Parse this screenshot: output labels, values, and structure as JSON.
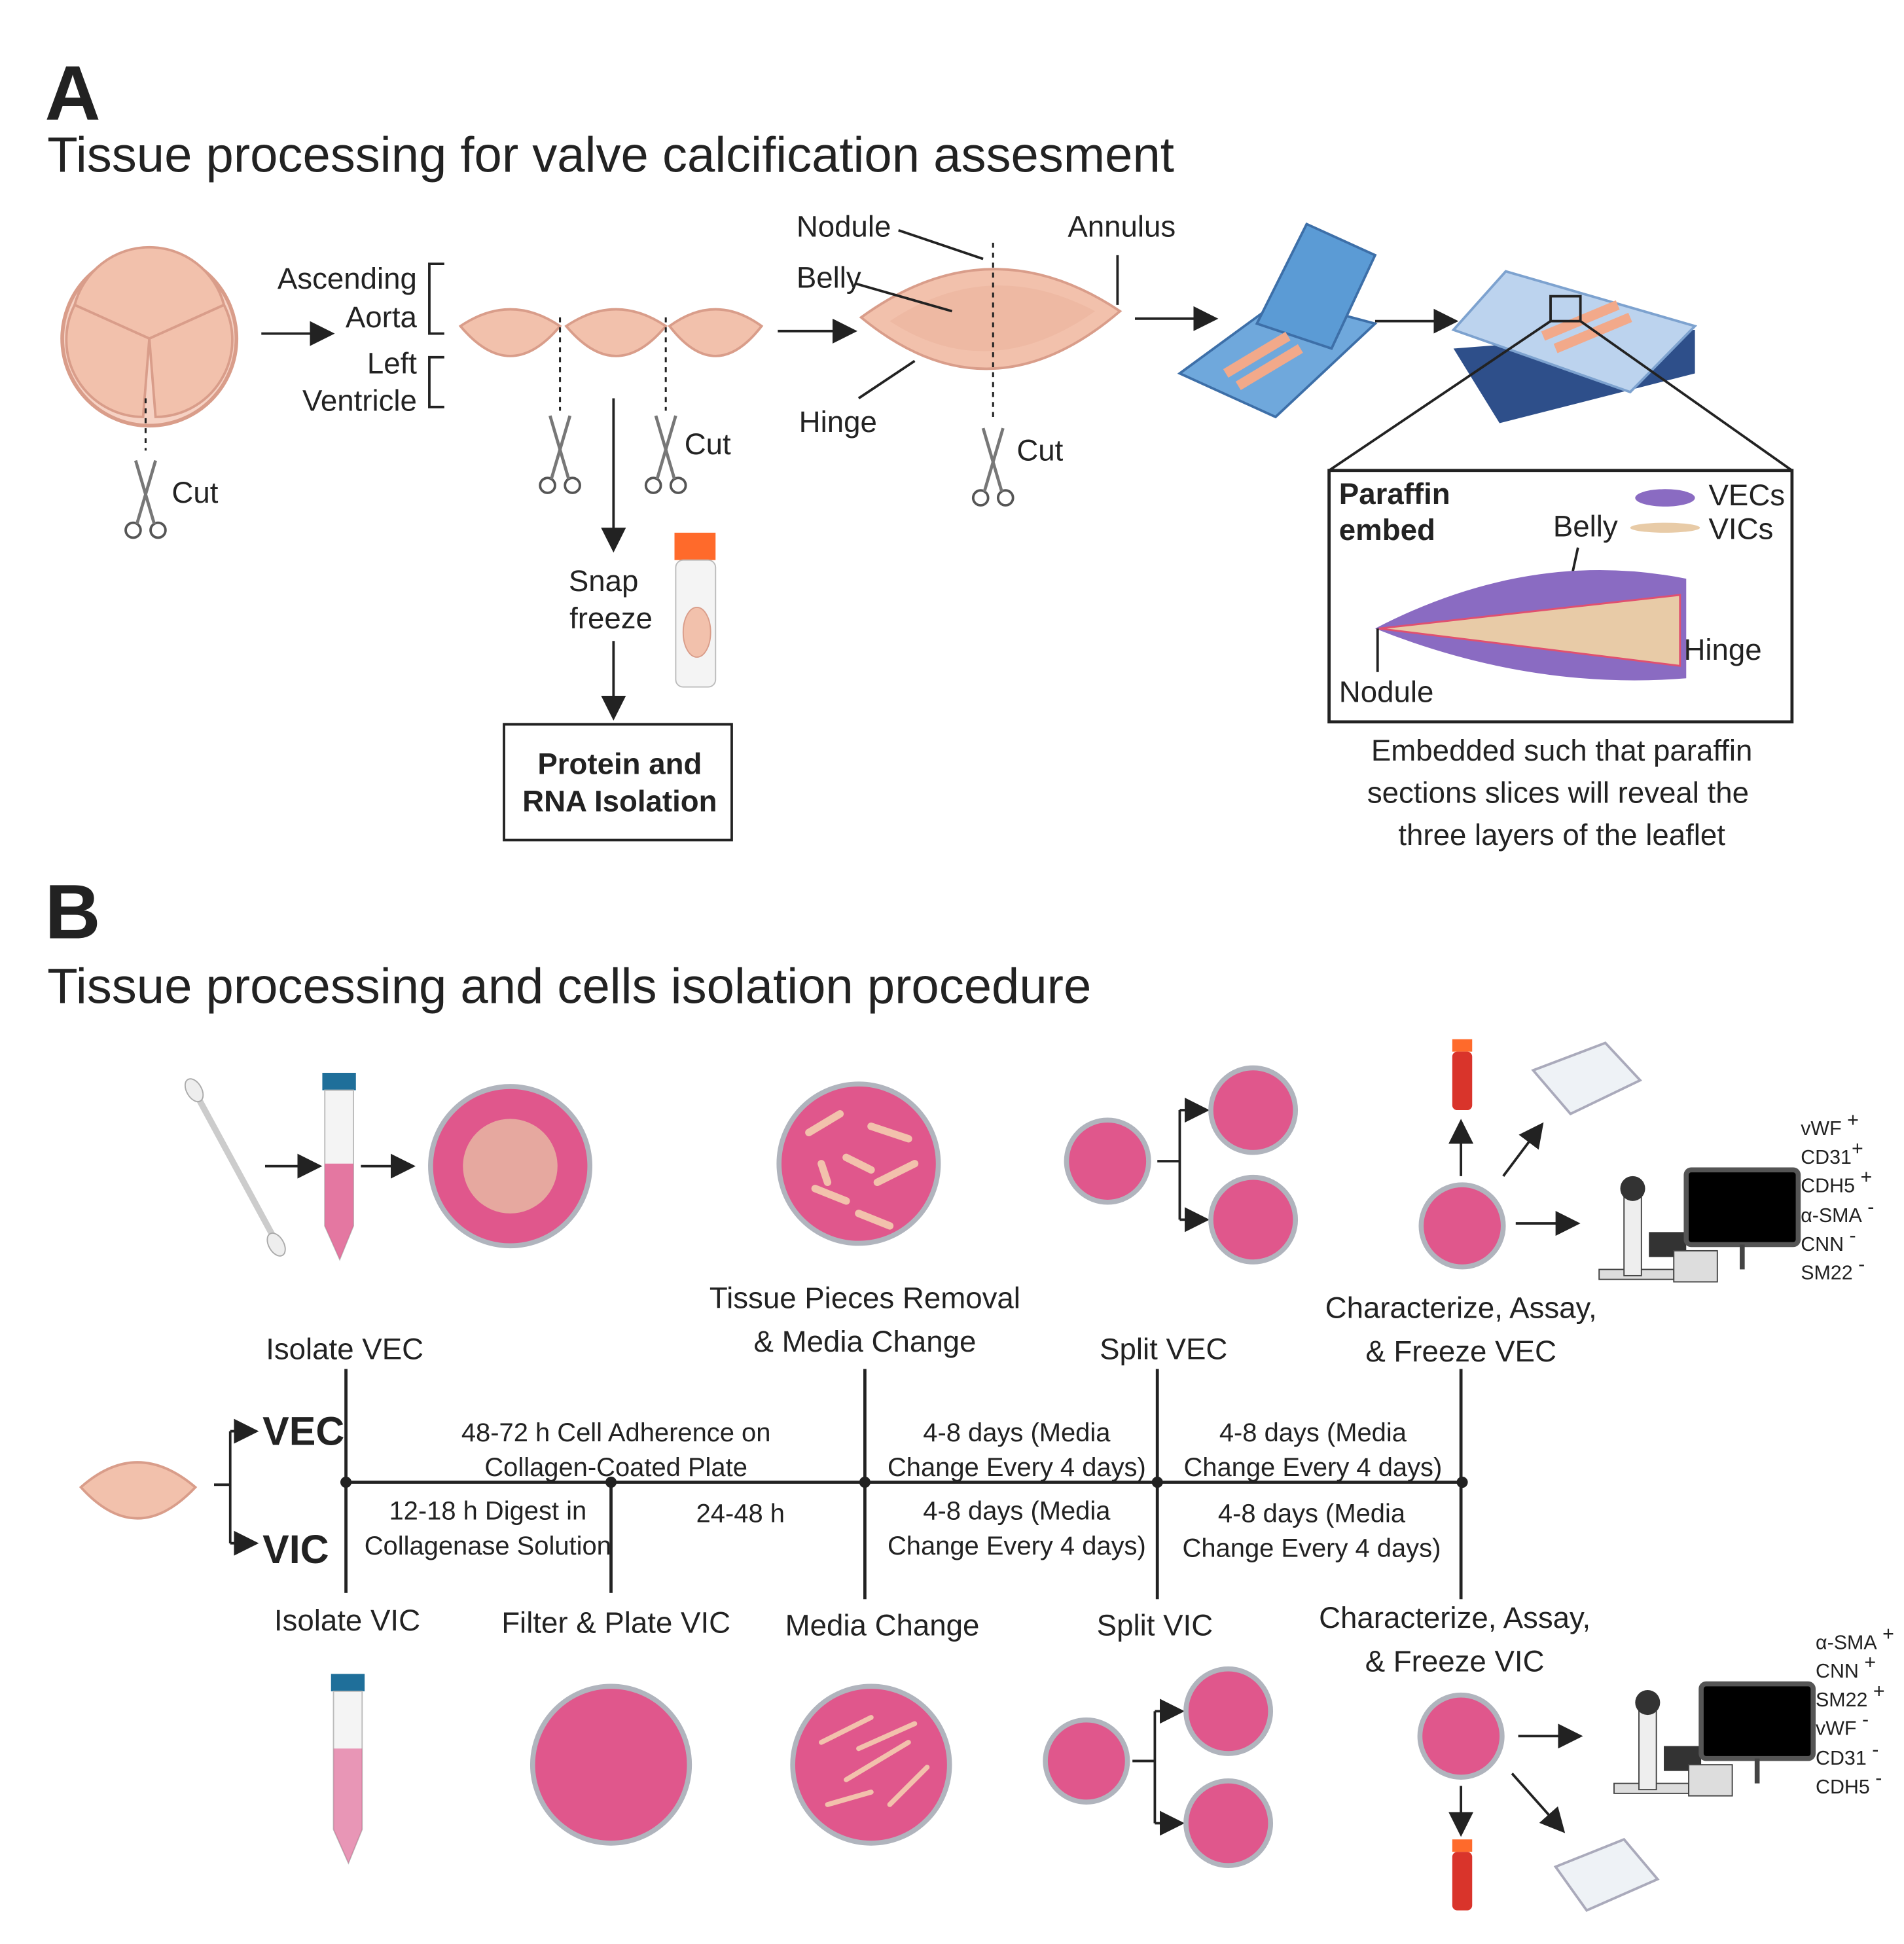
{
  "colors": {
    "dish": "#e0578c",
    "tissue": "#f2c1ac",
    "cassette": "#5b9bd5",
    "tube_cap": "#ff6a2b",
    "tube_cap_blue": "#1f6f9a",
    "cell_vec": "#8a6bc2",
    "cell_vic": "#e8cba7"
  },
  "panel_a": {
    "letter": "A",
    "title": "Tissue processing for valve calcification assesment",
    "cut_label": "Cut",
    "ascending": "Ascending",
    "aorta": "Aorta",
    "left": "Left",
    "ventricle": "Ventricle",
    "snap": "Snap",
    "freeze": "freeze",
    "protein_line1": "Protein and",
    "protein_line2": "RNA Isolation",
    "nodule": "Nodule",
    "annulus": "Annulus",
    "belly": "Belly",
    "hinge": "Hinge",
    "inset": {
      "title1": "Paraffin",
      "title2": "embed",
      "vecs": "VECs",
      "vics": "VICs",
      "belly": "Belly",
      "hinge": "Hinge",
      "nodule": "Nodule"
    },
    "caption": [
      "Embedded such that paraffin",
      "sections slices will reveal the",
      "three layers of the leaflet"
    ]
  },
  "panel_b": {
    "letter": "B",
    "title": "Tissue processing and cells isolation procedure",
    "vec": "VEC",
    "vic": "VIC",
    "top_labels": {
      "isolate_vec": "Isolate VEC",
      "removal1": "Tissue Pieces Removal",
      "removal2": "& Media Change",
      "split_vec": "Split VEC",
      "char1": "Characterize, Assay,",
      "char2": "& Freeze VEC"
    },
    "bottom_labels": {
      "isolate_vic": "Isolate VIC",
      "filter": "Filter & Plate VIC",
      "media": "Media Change",
      "split_vic": "Split VIC",
      "char1": "Characterize, Assay,",
      "char2": "& Freeze VIC"
    },
    "timeline_above": {
      "adh1": "48-72 h Cell Adherence on",
      "adh2": "Collagen-Coated Plate",
      "d1a": "4-8 days (Media",
      "d1b": "Change Every 4 days)",
      "d2a": "4-8 days (Media",
      "d2b": "Change Every 4 days)"
    },
    "timeline_below": {
      "dig1": "12-18 h Digest in",
      "dig2": "Collagenase Solution",
      "h24": "24-48 h",
      "d1a": "4-8 days (Media",
      "d1b": "Change Every 4 days)",
      "d2a": "4-8 days (Media",
      "d2b": "Change Every 4 days)"
    },
    "vec_markers": [
      {
        "name": "vWF",
        "sign": "+"
      },
      {
        "name": "CD31",
        "sign": "+"
      },
      {
        "name": "CDH5",
        "sign": "+"
      },
      {
        "name": "α-SMA",
        "sign": "-"
      },
      {
        "name": "CNN",
        "sign": "-"
      },
      {
        "name": "SM22",
        "sign": "-"
      }
    ],
    "vic_markers": [
      {
        "name": "α-SMA",
        "sign": "+"
      },
      {
        "name": "CNN",
        "sign": "+"
      },
      {
        "name": "SM22",
        "sign": "+"
      },
      {
        "name": "vWF",
        "sign": "-"
      },
      {
        "name": "CD31",
        "sign": "-"
      },
      {
        "name": "CDH5",
        "sign": "-"
      }
    ]
  }
}
